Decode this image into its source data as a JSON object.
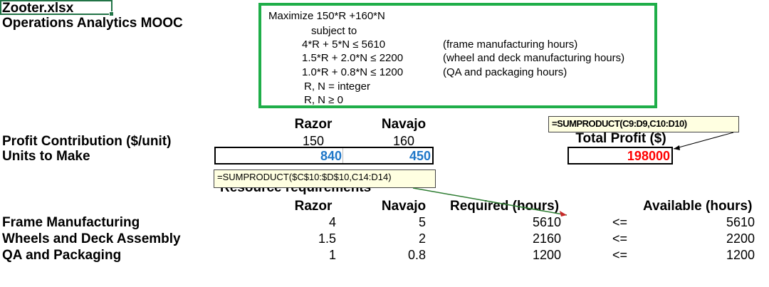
{
  "file": {
    "name": "Zooter.xlsx"
  },
  "course": "Operations Analytics MOOC",
  "model": {
    "objective": "Maximize 150*R +160*N",
    "subject_to": "subject to",
    "constraints": [
      {
        "expr": "4*R + 5*N ≤ 5610",
        "note": "(frame manufacturing hours)"
      },
      {
        "expr": "1.5*R + 2.0*N ≤ 2200",
        "note": "(wheel and deck manufacturing hours)"
      },
      {
        "expr": "1.0*R + 0.8*N ≤ 1200",
        "note": "(QA and packaging hours)"
      }
    ],
    "integer": "R, N = integer",
    "nonneg": "R, N ≥ 0"
  },
  "products": {
    "razor": "Razor",
    "navajo": "Navajo"
  },
  "profit_row": {
    "label": "Profit Contribution ($/unit)",
    "razor": "150",
    "navajo": "160"
  },
  "units_row": {
    "label": "Units to Make",
    "razor": "840",
    "navajo": "450"
  },
  "total_profit": {
    "label": "Total Profit ($)",
    "value": "198000"
  },
  "tips": {
    "total_formula": "=SUMPRODUCT(C9:D9,C10:D10)",
    "required_formula": "=SUMPRODUCT($C$10:$D$10,C14:D14)"
  },
  "resources": {
    "title": "Resource requirements",
    "headers": {
      "razor": "Razor",
      "navajo": "Navajo",
      "required": "Required (hours)",
      "available": "Available (hours)"
    },
    "rows": [
      {
        "label": "Frame Manufacturing",
        "razor": "4",
        "navajo": "5",
        "required": "5610",
        "op": "<=",
        "available": "5610"
      },
      {
        "label": "Wheels and Deck Assembly",
        "razor": "1.5",
        "navajo": "2",
        "required": "2160",
        "op": "<=",
        "available": "2200"
      },
      {
        "label": "QA and Packaging",
        "razor": "1",
        "navajo": "0.8",
        "required": "1200",
        "op": "<=",
        "available": "1200"
      }
    ]
  },
  "colors": {
    "accent_green": "#1fae49",
    "units_blue": "#1f77c8",
    "profit_red": "#ff0000",
    "tip_bg": "#ffffe1"
  }
}
